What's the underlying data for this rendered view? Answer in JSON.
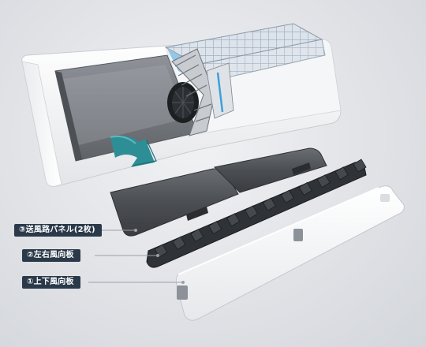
{
  "callouts": [
    {
      "text": "③送風路パネル(2枚)",
      "color": "#2b3a4a"
    },
    {
      "text": "②左右風向板",
      "color": "#2b3a4a"
    },
    {
      "text": "①上下風向板",
      "color": "#2b3a4a"
    }
  ],
  "colors": {
    "arrow": "#2e8e95",
    "accent": "#3fa0d8",
    "leader": "#9aa0a8"
  },
  "icons": {
    "direction": "curved-arrow-icon"
  }
}
